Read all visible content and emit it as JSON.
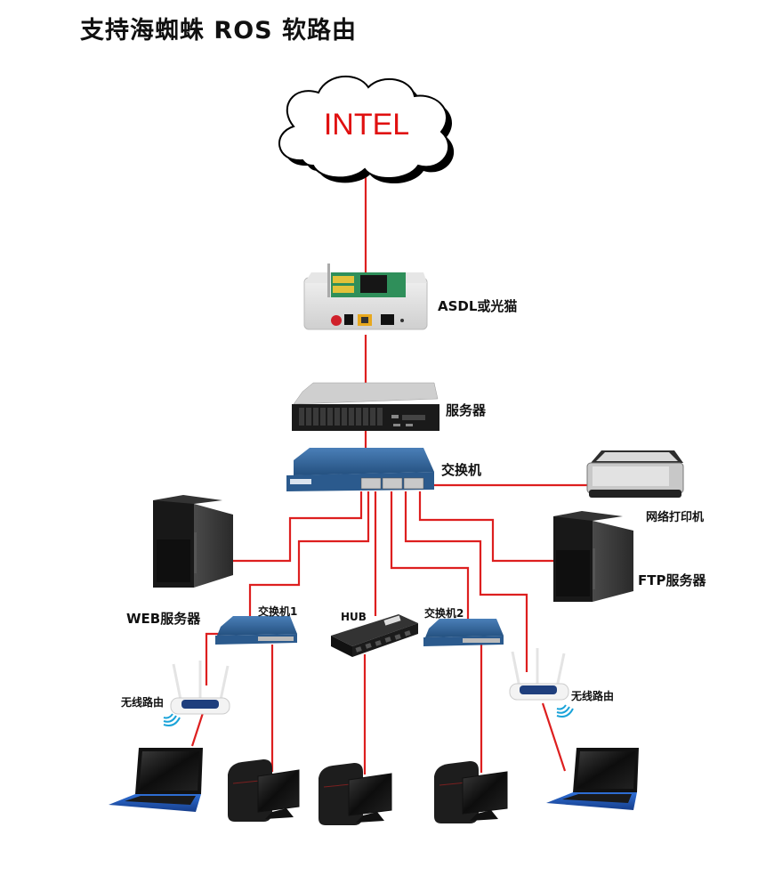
{
  "title": "支持海蜘蛛 ROS 软路由",
  "colors": {
    "link": "#dd1f1f",
    "cloud_text": "#e01010",
    "switch_blue": "#2f5e92",
    "label": "#111111"
  },
  "nodes": {
    "internet": {
      "label": "INTEL",
      "icon": "cloud-icon"
    },
    "modem": {
      "label": "ASDL或光猫",
      "icon": "modem-icon"
    },
    "server": {
      "label": "服务器",
      "icon": "rack-server-icon"
    },
    "core_switch": {
      "label": "交换机",
      "icon": "switch-icon"
    },
    "printer": {
      "label": "网络打印机",
      "icon": "printer-icon"
    },
    "web_server": {
      "label": "WEB服务器",
      "icon": "tower-server-icon"
    },
    "ftp_server": {
      "label": "FTP服务器",
      "icon": "tower-server-icon"
    },
    "switch1": {
      "label": "交换机1",
      "icon": "switch-icon"
    },
    "hub": {
      "label": "HUB",
      "icon": "hub-icon"
    },
    "switch2": {
      "label": "交换机2",
      "icon": "switch-icon"
    },
    "wifi_router_left": {
      "label": "无线路由",
      "icon": "wireless-router-icon"
    },
    "wifi_router_right": {
      "label": "无线路由",
      "icon": "wireless-router-icon"
    },
    "laptop_left": {
      "label": "",
      "icon": "laptop-icon"
    },
    "desktop_1": {
      "label": "",
      "icon": "desktop-pc-icon"
    },
    "desktop_2": {
      "label": "",
      "icon": "desktop-pc-icon"
    },
    "desktop_3": {
      "label": "",
      "icon": "desktop-pc-icon"
    },
    "laptop_right": {
      "label": "",
      "icon": "laptop-icon"
    }
  },
  "links": [
    [
      "internet",
      "modem"
    ],
    [
      "modem",
      "server"
    ],
    [
      "server",
      "core_switch"
    ],
    [
      "core_switch",
      "printer"
    ],
    [
      "core_switch",
      "web_server"
    ],
    [
      "core_switch",
      "switch1"
    ],
    [
      "core_switch",
      "hub"
    ],
    [
      "core_switch",
      "switch2"
    ],
    [
      "core_switch",
      "wifi_router_right"
    ],
    [
      "core_switch",
      "ftp_server"
    ],
    [
      "switch1",
      "wifi_router_left"
    ],
    [
      "switch1",
      "desktop_1"
    ],
    [
      "hub",
      "desktop_2"
    ],
    [
      "switch2",
      "desktop_3"
    ],
    [
      "wifi_router_left",
      "laptop_left"
    ],
    [
      "wifi_router_right",
      "laptop_right"
    ]
  ]
}
